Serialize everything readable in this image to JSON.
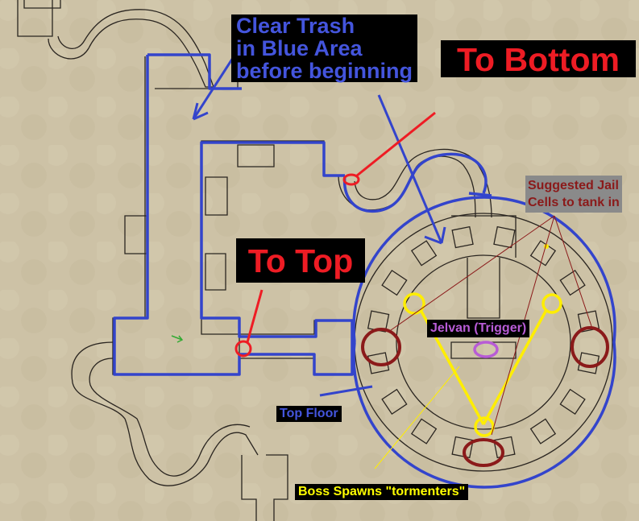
{
  "labels": {
    "clear_trash": "Clear Trash\nin Blue Area\nbefore beginning",
    "to_bottom": "To Bottom",
    "to_top": "To Top",
    "suggested_jail": "Suggested Jail\nCells to tank in",
    "jelvan": "Jelvan (Trigger)",
    "top_floor": "Top Floor",
    "boss_spawns": "Boss Spawns \"tormenters\""
  },
  "colors": {
    "background": "#cdc2a6",
    "walls": "#2a2520",
    "blue_area": "#3344cc",
    "red_marker": "#ee1c24",
    "yellow_marker": "#ffee00",
    "jail_cell": "#8b1a1a",
    "boss": "#b85cd6"
  }
}
